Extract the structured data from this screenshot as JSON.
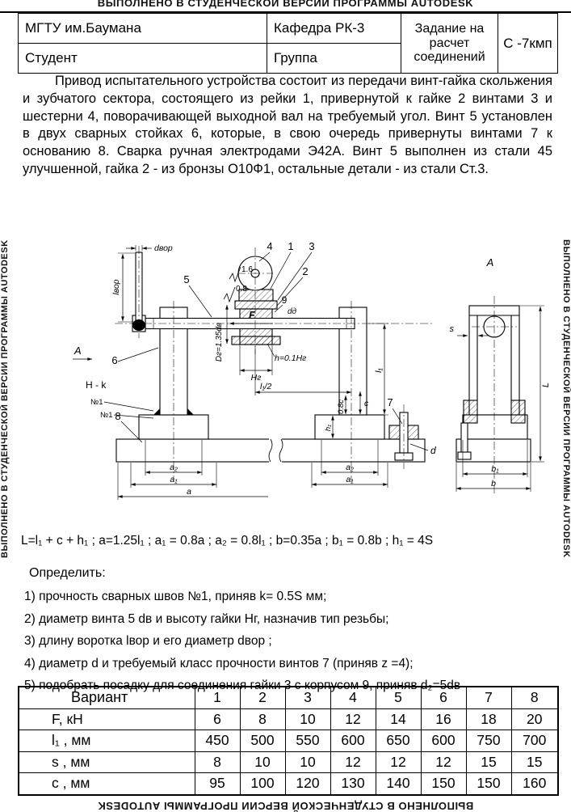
{
  "banners": {
    "top": "ВЫПОЛНЕНО В СТУДЕНЧЕСКОЙ ВЕРСИИ ПРОГРАММЫ AUTODESK",
    "bottom": "ВЫПОЛНЕНО В СТУДЕНЧЕСКОЙ ВЕРСИИ ПРОГРАММЫ AUTODESK",
    "left": "ВЫПОЛНЕНО В СТУДЕНЧЕСКОЙ ВЕРСИИ ПРОГРАММЫ AUTODESK",
    "right": "ВЫПОЛНЕНО В СТУДЕНЧЕСКОЙ ВЕРСИИ ПРОГРАММЫ AUTODESK"
  },
  "header": {
    "university": "МГТУ им.Баумана",
    "department": "Кафедра РК-3",
    "student_label": "Студент",
    "group_label": "Группа",
    "assignment_title": "Задание на расчет соединений",
    "code": "С -7кмп"
  },
  "description": "Привод испытательного устройства состоит из передачи винт-гайка скольжения и зубчатого сектора, состоящего из рейки 1, привернутой к гайке 2 винтами 3 и шестерни 4, поворачивающей выходной вал на требуемый угол. Винт 5 установлен в двух сварных стойках 6, которые, в свою очередь привернуты винтами 7 к основанию 8. Сварка ручная электродами Э42А. Винт 5 выполнен из стали 45 улучшенной, гайка 2 - из бронзы О10Ф1, остальные детали - из стали Ст.3.",
  "formulas": "L=l₁ + c + h₁ ;  a=1.25l₁ ;  a₁ = 0.8a ;  a₂ = 0.8l₁ ;  b=0.35a ;  b₁ = 0.8b ;  h₁ = 4S",
  "tasks": {
    "title": "Определить:",
    "items": [
      "1) прочность сварных швов №1, приняв  k= 0.5S мм;",
      "2) диаметр винта 5 dв и высоту гайки Hг, назначив тип резьбы;",
      "3) длину воротка lвор и его диаметр dвор ;",
      "4) диаметр d и требуемый класс прочности винтов 7  (приняв z =4);",
      "5) подобрать посадку для соединения гайки 3 с корпусом 9, приняв d₂=5dв"
    ]
  },
  "table": {
    "variant_label": "Вариант",
    "variants": [
      "1",
      "2",
      "3",
      "4",
      "5",
      "6",
      "7",
      "8"
    ],
    "rows": [
      {
        "label": "F, кН",
        "values": [
          "6",
          "8",
          "10",
          "12",
          "14",
          "16",
          "18",
          "20"
        ]
      },
      {
        "label": "l₁ , мм",
        "values": [
          "450",
          "500",
          "550",
          "600",
          "650",
          "600",
          "750",
          "700"
        ]
      },
      {
        "label": "s , мм",
        "values": [
          "8",
          "10",
          "10",
          "12",
          "12",
          "12",
          "15",
          "15"
        ]
      },
      {
        "label": "c , мм",
        "values": [
          "95",
          "100",
          "120",
          "130",
          "140",
          "150",
          "150",
          "160"
        ]
      }
    ]
  },
  "drawing": {
    "callouts": {
      "c1": "1",
      "c2": "2",
      "c3": "3",
      "c4": "4",
      "c5": "5",
      "c6": "6",
      "c7": "7",
      "c8": "8",
      "c9": "9"
    },
    "labels": {
      "d_vor": "dвор",
      "l_vor": "lвор",
      "rough_1_6": "1.6",
      "rough_0_8": "0.8",
      "d_d": "dд",
      "force": "F",
      "d_g": "Dг=1.35dв",
      "h_0_1": "h=0.1Hг",
      "h_g": "Hг",
      "l1_half": "l₁/2",
      "l1_vert": "l₁",
      "c_dim": "c",
      "c_0_8": "0.8c",
      "h1_dim": "h₁",
      "a2_left": "a₂",
      "a1_left": "a₁",
      "a_dim": "a",
      "a2_right": "a₂",
      "a1_right": "a₁",
      "d_dim": "d",
      "weld_section": "H - k",
      "weld_no1_a": "№1",
      "weld_no1_b": "№1",
      "view_arrow": "A",
      "view_label": "A",
      "s_dim": "s",
      "L_dim": "L",
      "b1_dim": "b₁",
      "b_dim": "b"
    }
  }
}
